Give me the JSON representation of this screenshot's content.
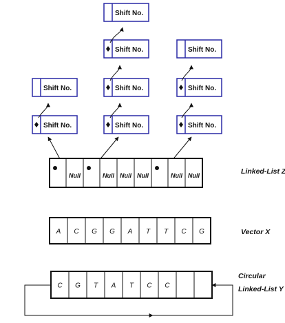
{
  "labels": {
    "linked_list_z": "Linked-List Z",
    "vector_x": "Vector X",
    "circular_line1": "Circular",
    "circular_line2": "Linked-List Y"
  },
  "node_label": "Shift No.",
  "null_label": "Null",
  "linked_list_z_cells": [
    "pointer",
    "Null",
    "pointer",
    "Null",
    "Null",
    "Null",
    "pointer",
    "Null",
    "Null"
  ],
  "vector_x_cells": [
    "A",
    "C",
    "G",
    "G",
    "A",
    "T",
    "T",
    "C",
    "G"
  ],
  "circular_list_y_cells": [
    "C",
    "G",
    "T",
    "A",
    "T",
    "C",
    "C",
    "",
    ""
  ],
  "colors": {
    "node_border": "#2a2aa5",
    "line": "#111111"
  }
}
